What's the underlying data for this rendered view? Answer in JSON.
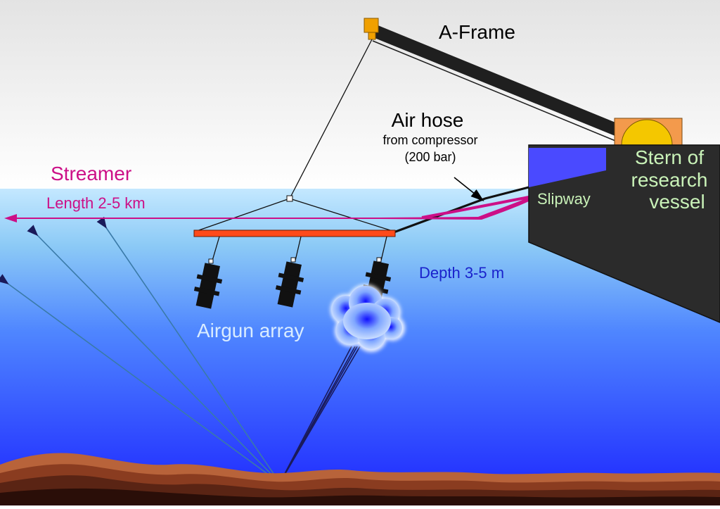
{
  "labels": {
    "a_frame": "A-Frame",
    "air_hose_title": "Air hose",
    "air_hose_line1": "from compressor",
    "air_hose_line2": "(200 bar)",
    "streamer_title": "Streamer",
    "streamer_length": "Length 2-5 km",
    "slipway": "Slipway",
    "vessel_line1": "Stern of",
    "vessel_line2": "research",
    "vessel_line3": "vessel",
    "depth": "Depth 3-5 m",
    "airgun_array": "Airgun array"
  },
  "colors": {
    "sky_top": "#e6e6e6",
    "sky_bottom": "#ffffff",
    "sea_top": "#bfe6ff",
    "sea_mid": "#3f6fff",
    "sea_bottom": "#1e2cff",
    "streamer": "#cc0f87",
    "vessel": "#2b2b2b",
    "vessel_text": "#c9f2b8",
    "a_frame": "#1f1f1f",
    "a_frame_joint": "#f0a000",
    "float_bar": "#ff4a1a",
    "depth_text": "#1a22cc",
    "airgun_text": "#d9ecff",
    "seafloor": "#9e4a2a",
    "slipway_fill": "#4a4aff"
  }
}
